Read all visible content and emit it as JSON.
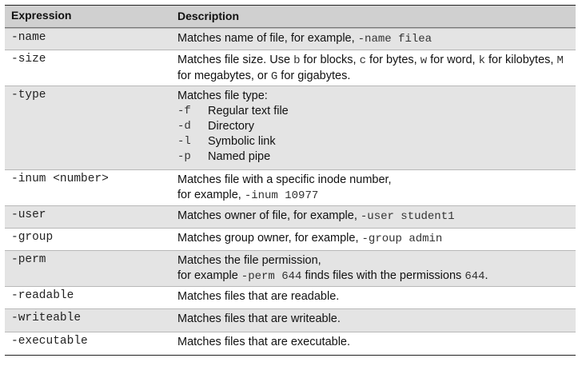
{
  "header": {
    "expression": "Expression",
    "description": "Description"
  },
  "rows": [
    {
      "expr": "-name",
      "desc": "Matches name of file, for example, ",
      "code": "-name filea"
    },
    {
      "expr": "-size",
      "parts": [
        "Matches file size. Use ",
        "b",
        " for blocks, ",
        "c",
        " for bytes, ",
        "w",
        " for word, ",
        "k",
        " for kilobytes, ",
        "M",
        " for megabytes, or ",
        "G",
        " for gigabytes."
      ]
    },
    {
      "expr": "-type",
      "intro": "Matches file type:",
      "options": [
        {
          "flag": "-f",
          "label": "Regular text file"
        },
        {
          "flag": "-d",
          "label": "Directory"
        },
        {
          "flag": "-l",
          "label": "Symbolic link"
        },
        {
          "flag": "-p",
          "label": "Named pipe"
        }
      ]
    },
    {
      "expr": "-inum <number>",
      "line1": "Matches file with a specific inode number,",
      "line2": "for example, ",
      "code": "-inum 10977"
    },
    {
      "expr": "-user",
      "desc": "Matches owner of file, for example, ",
      "code": "-user student1"
    },
    {
      "expr": "-group",
      "desc": "Matches group owner, for example, ",
      "code": "-group admin"
    },
    {
      "expr": "-perm",
      "line1": "Matches the file permission,",
      "line2": "for example ",
      "code": "-perm 644",
      "tail": " finds files with the permissions ",
      "code2": "644",
      "end": "."
    },
    {
      "expr": "-readable",
      "desc": "Matches files that are readable."
    },
    {
      "expr": "-writeable",
      "desc": "Matches files that are writeable."
    },
    {
      "expr": "-executable",
      "desc": "Matches files that are executable."
    }
  ]
}
